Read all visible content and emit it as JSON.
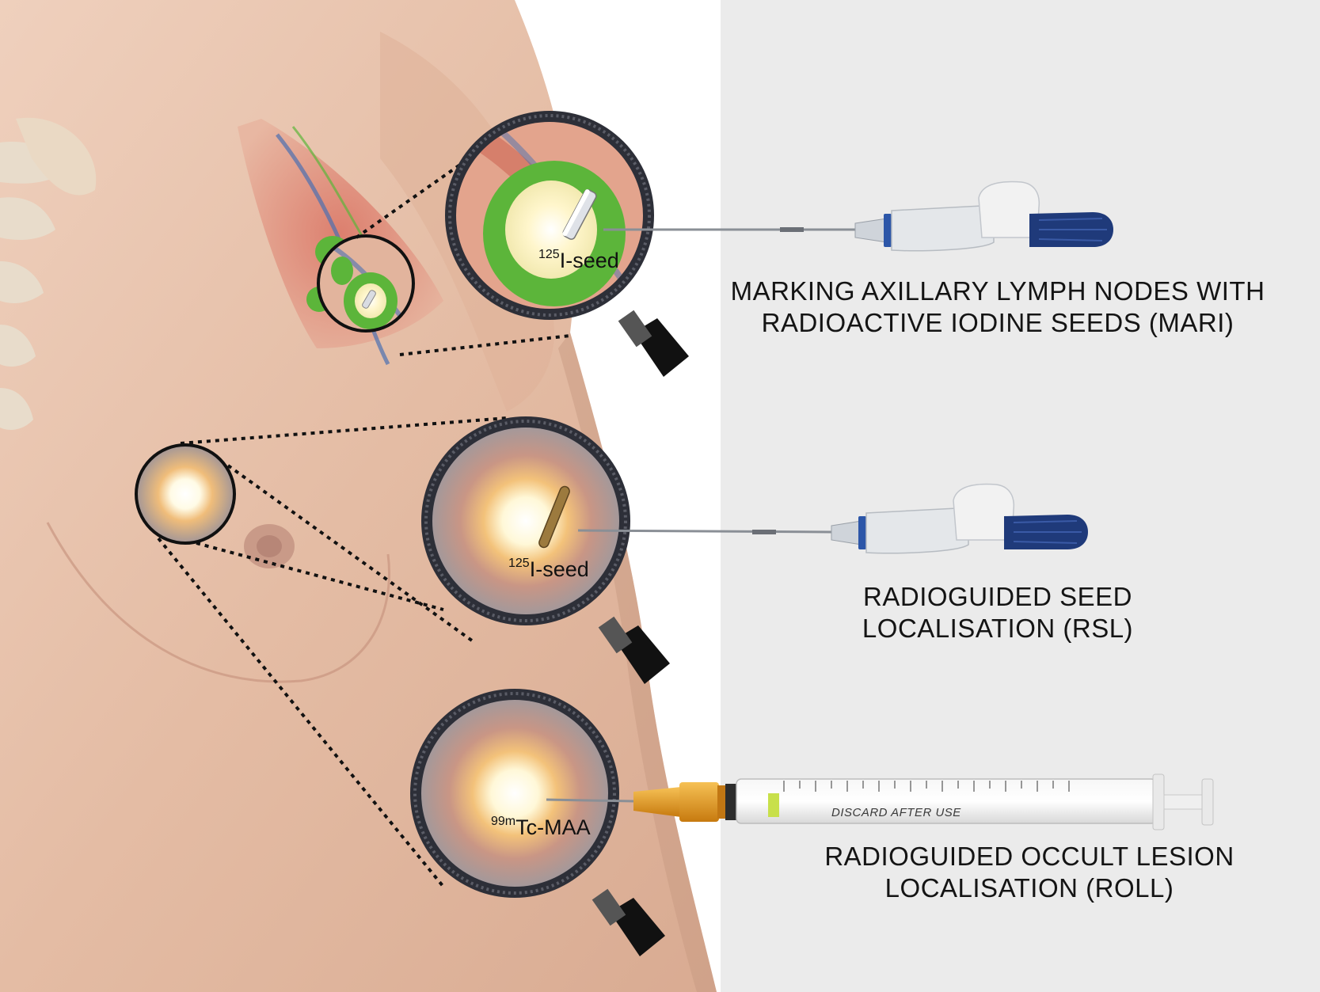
{
  "captions": {
    "mari": {
      "line1": "MARKING AXILLARY LYMPH NODES WITH",
      "line2": "RADIOACTIVE IODINE SEEDS (MARI)"
    },
    "rsl": {
      "line1": "RADIOGUIDED SEED",
      "line2": "LOCALISATION (RSL)"
    },
    "roll": {
      "line1": "RADIOGUIDED OCCULT LESION",
      "line2": "LOCALISATION (ROLL)"
    }
  },
  "labels": {
    "mari_seed": {
      "sup": "125",
      "text": "I-seed"
    },
    "rsl_seed": {
      "sup": "125",
      "text": "I-seed"
    },
    "roll_tracer": {
      "sup": "99m",
      "text": "Tc-MAA"
    }
  },
  "syringe": {
    "barrel_text": "DISCARD AFTER USE"
  },
  "colors": {
    "background_right": "#ebebeb",
    "skin": "#e6bfa8",
    "node_green": "#5cb53a",
    "needle_hub_blue": "#1f3a7a",
    "needle_orange": "#e09a22"
  }
}
